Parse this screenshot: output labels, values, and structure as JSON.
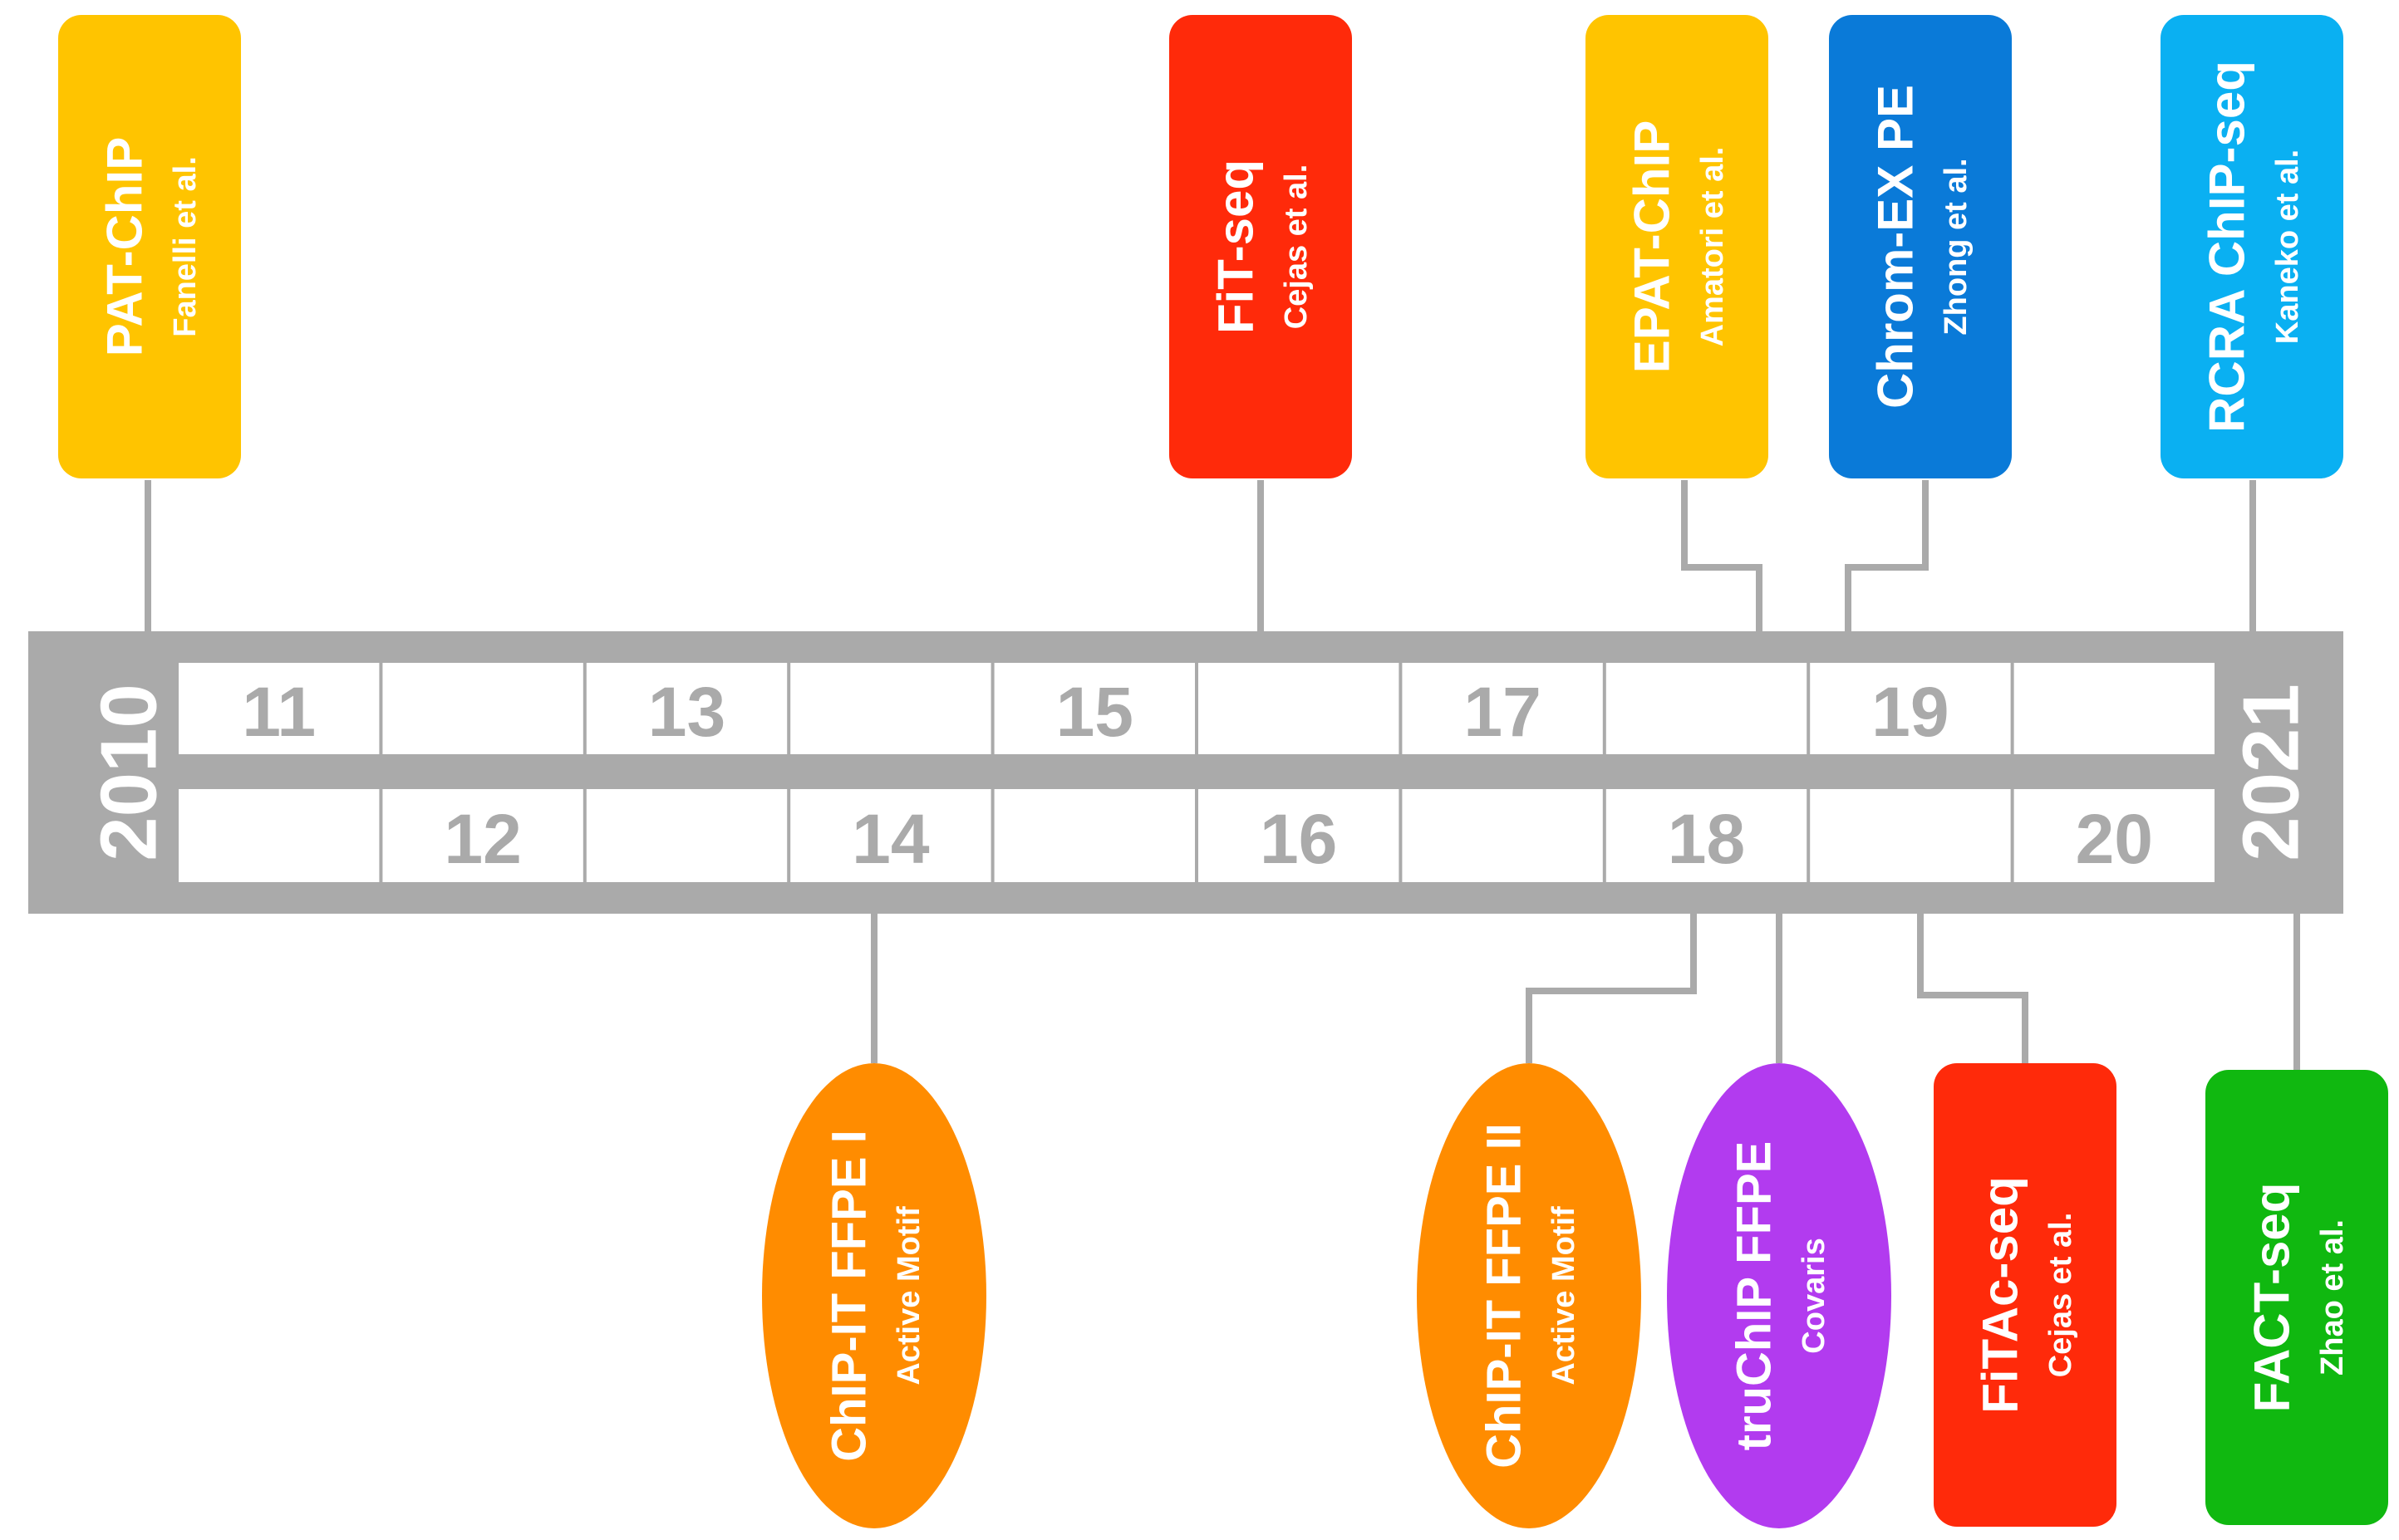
{
  "timeline": {
    "start_year": "2010",
    "end_year": "2021",
    "top_row": [
      "11",
      "",
      "13",
      "",
      "15",
      "",
      "17",
      "",
      "19",
      ""
    ],
    "bottom_row": [
      "",
      "12",
      "",
      "14",
      "",
      "16",
      "",
      "18",
      "",
      "20"
    ],
    "bar_color": "#aaaaaa",
    "connector_color": "#aaaaaa"
  },
  "methods": [
    {
      "id": "pat-chip",
      "title": "PAT-ChIP",
      "author": "Fanelli et al.",
      "shape": "rounded-rect",
      "color": "#ffc400",
      "position": "above"
    },
    {
      "id": "fit-seq",
      "title": "FiT-seq",
      "author": "Cejas et al.",
      "shape": "rounded-rect",
      "color": "#ff2a0a",
      "position": "above"
    },
    {
      "id": "epat-chip",
      "title": "EPAT-ChIP",
      "author": "Amatori et al.",
      "shape": "rounded-rect",
      "color": "#ffc400",
      "position": "above"
    },
    {
      "id": "chrom-ex-pe",
      "title": "Chrom-EX PE",
      "author": "Zhong et al.",
      "shape": "rounded-rect",
      "color": "#0a7ad8",
      "position": "above"
    },
    {
      "id": "rcra-chip-seq",
      "title": "RCRA ChIP-seq",
      "author": "Kaneko et al.",
      "shape": "rounded-rect",
      "color": "#0ab0f2",
      "position": "above"
    },
    {
      "id": "chip-it-ffpe-1",
      "title": "ChIP-IT FFPE I",
      "author": "Active Motif",
      "shape": "ellipse",
      "color": "#ff8c00",
      "position": "below"
    },
    {
      "id": "chip-it-ffpe-2",
      "title": "ChIP-IT FFPE II",
      "author": "Active Motif",
      "shape": "ellipse",
      "color": "#ff8c00",
      "position": "below"
    },
    {
      "id": "truchip-ffpe",
      "title": "truChIP FFPE",
      "author": "Covaris",
      "shape": "ellipse",
      "color": "#b23bef",
      "position": "below"
    },
    {
      "id": "fitac-seq",
      "title": "FiTAc-seq",
      "author": "Cejas et al.",
      "shape": "rounded-rect",
      "color": "#ff2a0a",
      "position": "below"
    },
    {
      "id": "fact-seq",
      "title": "FACT-seq",
      "author": "Zhao et al.",
      "shape": "rounded-rect",
      "color": "#10b810",
      "position": "below"
    }
  ]
}
